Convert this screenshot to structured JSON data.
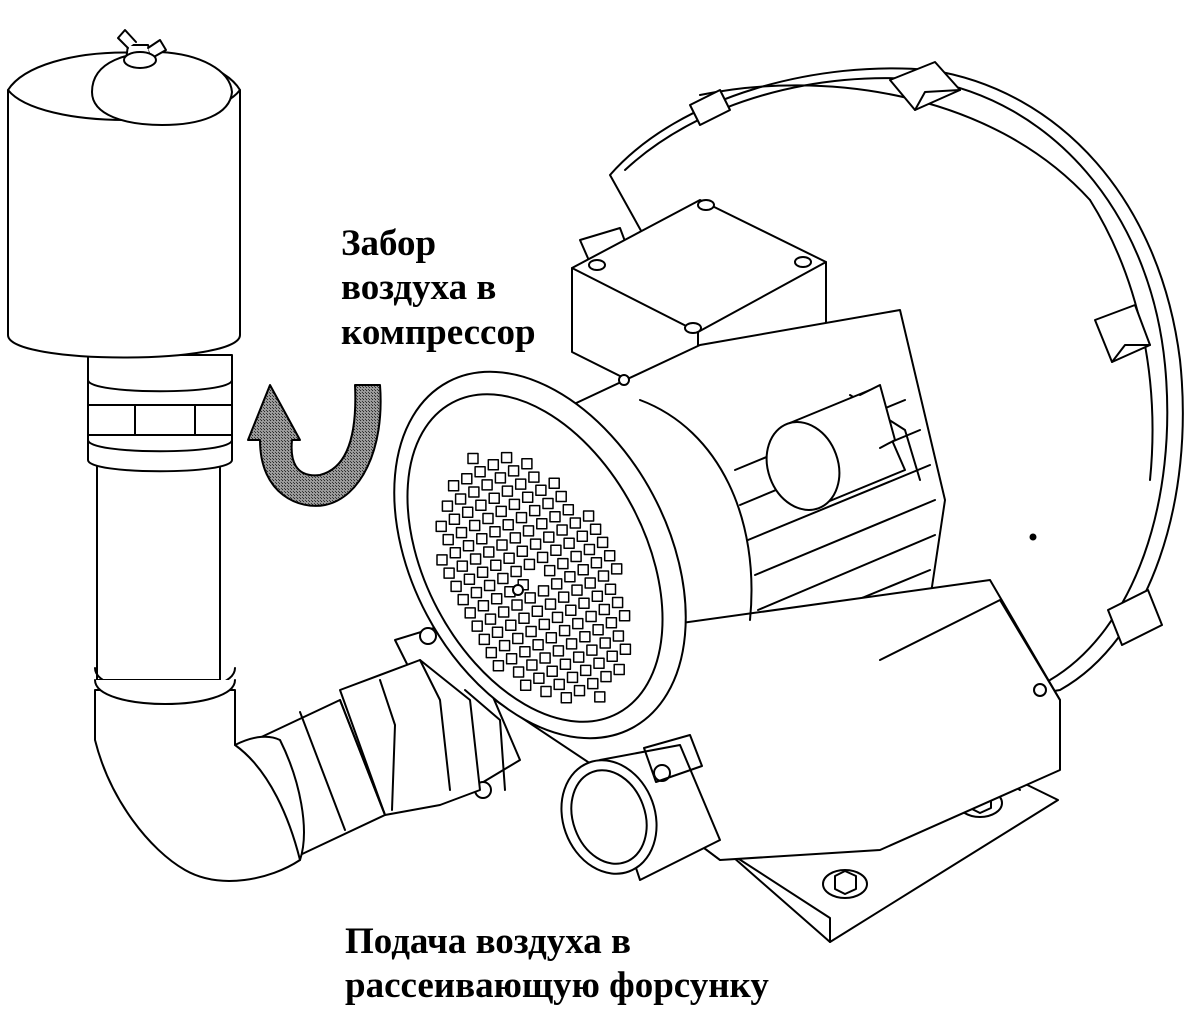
{
  "labels": {
    "intake": [
      "Забор",
      "воздуха в",
      "компрессор"
    ],
    "supply": [
      "Подача воздуха в",
      "рассеивающую форсунку"
    ]
  },
  "arrow_color": "#555555"
}
